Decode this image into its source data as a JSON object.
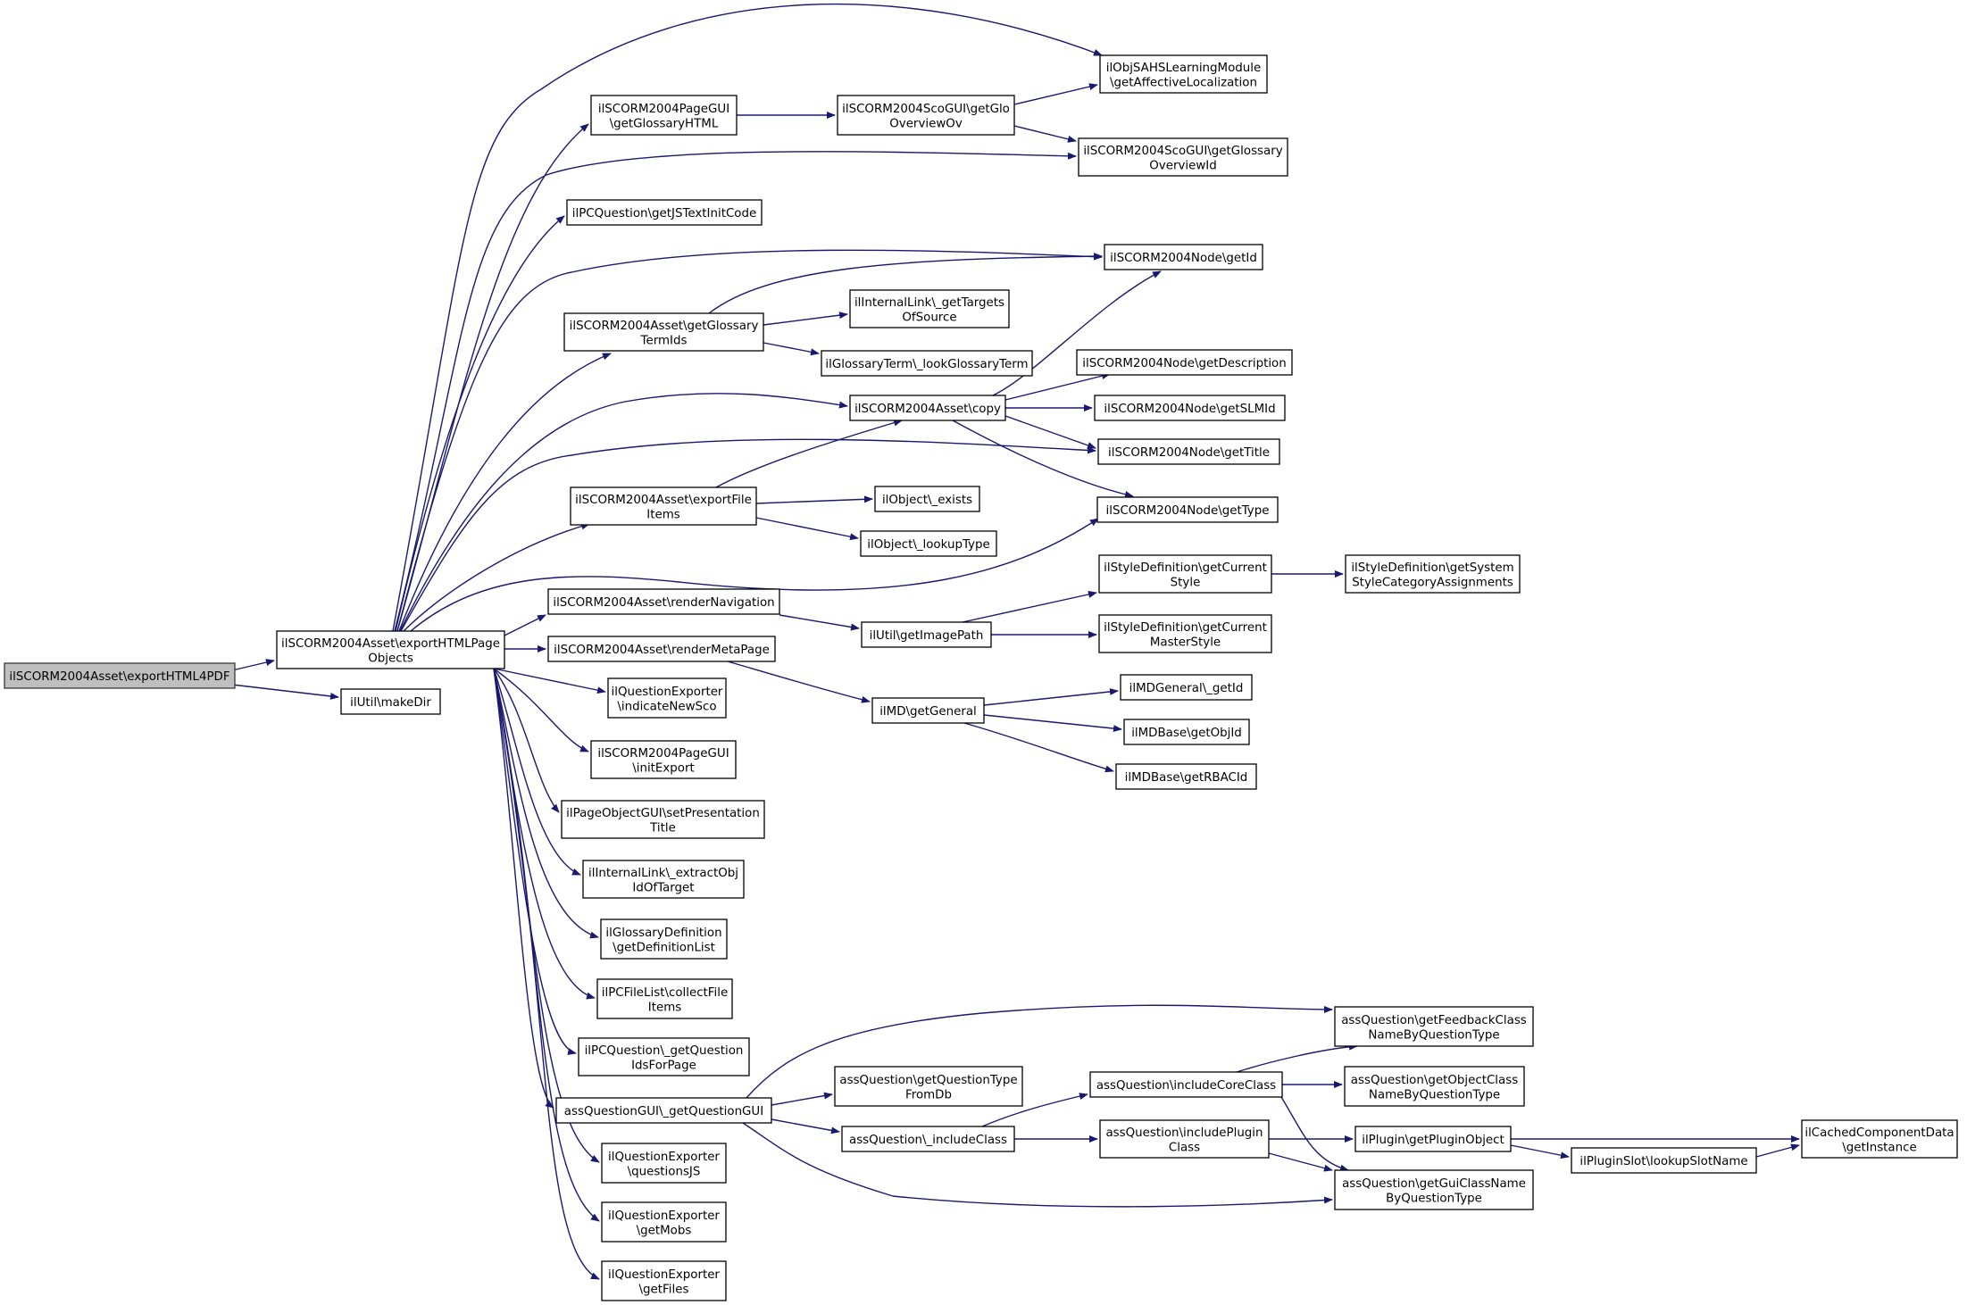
{
  "diagram": {
    "edge_color": "#191970",
    "root_fill": "#bfbfbf",
    "nodes": [
      {
        "id": "root",
        "lines": [
          "ilSCORM2004Asset\\exportHTML4PDF"
        ],
        "root": true
      },
      {
        "id": "ehpo",
        "lines": [
          "ilSCORM2004Asset\\exportHTMLPage",
          "Objects"
        ]
      },
      {
        "id": "mkdir",
        "lines": [
          "ilUtil\\makeDir"
        ]
      },
      {
        "id": "pgGloss",
        "lines": [
          "ilSCORM2004PageGUI",
          "\\getGlossaryHTML"
        ]
      },
      {
        "id": "scoGloOv",
        "lines": [
          "ilSCORM2004ScoGUI\\getGlo",
          "OverviewOv"
        ]
      },
      {
        "id": "affLoc",
        "lines": [
          "ilObjSAHSLearningModule",
          "\\getAffectiveLocalization"
        ]
      },
      {
        "id": "scoGloId",
        "lines": [
          "ilSCORM2004ScoGUI\\getGlossary",
          "OverviewId"
        ]
      },
      {
        "id": "pcqInit",
        "lines": [
          "ilPCQuestion\\getJSTextInitCode"
        ]
      },
      {
        "id": "nodeId",
        "lines": [
          "ilSCORM2004Node\\getId"
        ]
      },
      {
        "id": "glossTerm",
        "lines": [
          "ilSCORM2004Asset\\getGlossary",
          "TermIds"
        ]
      },
      {
        "id": "ilTargets",
        "lines": [
          "ilInternalLink\\_getTargets",
          "OfSource"
        ]
      },
      {
        "id": "lookGloss",
        "lines": [
          "ilGlossaryTerm\\_lookGlossaryTerm"
        ]
      },
      {
        "id": "nodeDesc",
        "lines": [
          "ilSCORM2004Node\\getDescription"
        ]
      },
      {
        "id": "copy",
        "lines": [
          "ilSCORM2004Asset\\copy"
        ]
      },
      {
        "id": "slmId",
        "lines": [
          "ilSCORM2004Node\\getSLMId"
        ]
      },
      {
        "id": "title",
        "lines": [
          "ilSCORM2004Node\\getTitle"
        ]
      },
      {
        "id": "expFile",
        "lines": [
          "ilSCORM2004Asset\\exportFile",
          "Items"
        ]
      },
      {
        "id": "exists",
        "lines": [
          "ilObject\\_exists"
        ]
      },
      {
        "id": "type",
        "lines": [
          "ilSCORM2004Node\\getType"
        ]
      },
      {
        "id": "lookupType",
        "lines": [
          "ilObject\\_lookupType"
        ]
      },
      {
        "id": "curStyle",
        "lines": [
          "ilStyleDefinition\\getCurrent",
          "Style"
        ]
      },
      {
        "id": "sysStyle",
        "lines": [
          "ilStyleDefinition\\getSystem",
          "StyleCategoryAssignments"
        ]
      },
      {
        "id": "renderNav",
        "lines": [
          "ilSCORM2004Asset\\renderNavigation"
        ]
      },
      {
        "id": "imgPath",
        "lines": [
          "ilUtil\\getImagePath"
        ]
      },
      {
        "id": "masterStyle",
        "lines": [
          "ilStyleDefinition\\getCurrent",
          "MasterStyle"
        ]
      },
      {
        "id": "renderMeta",
        "lines": [
          "ilSCORM2004Asset\\renderMetaPage"
        ]
      },
      {
        "id": "mdGenId",
        "lines": [
          "ilMDGeneral\\_getId"
        ]
      },
      {
        "id": "newSco",
        "lines": [
          "ilQuestionExporter",
          "\\indicateNewSco"
        ]
      },
      {
        "id": "mdGeneral",
        "lines": [
          "ilMD\\getGeneral"
        ]
      },
      {
        "id": "mdObjId",
        "lines": [
          "ilMDBase\\getObjId"
        ]
      },
      {
        "id": "initExport",
        "lines": [
          "ilSCORM2004PageGUI",
          "\\initExport"
        ]
      },
      {
        "id": "rbac",
        "lines": [
          "ilMDBase\\getRBACId"
        ]
      },
      {
        "id": "presTitle",
        "lines": [
          "ilPageObjectGUI\\setPresentation",
          "Title"
        ]
      },
      {
        "id": "extract",
        "lines": [
          "ilInternalLink\\_extractObj",
          "IdOfTarget"
        ]
      },
      {
        "id": "defList",
        "lines": [
          "ilGlossaryDefinition",
          "\\getDefinitionList"
        ]
      },
      {
        "id": "collect",
        "lines": [
          "ilPCFileList\\collectFile",
          "Items"
        ]
      },
      {
        "id": "qIds",
        "lines": [
          "ilPCQuestion\\_getQuestion",
          "IdsForPage"
        ]
      },
      {
        "id": "feedback",
        "lines": [
          "assQuestion\\getFeedbackClass",
          "NameByQuestionType"
        ]
      },
      {
        "id": "qTypeDb",
        "lines": [
          "assQuestion\\getQuestionType",
          "FromDb"
        ]
      },
      {
        "id": "inclCore",
        "lines": [
          "assQuestion\\includeCoreClass"
        ]
      },
      {
        "id": "objClass",
        "lines": [
          "assQuestion\\getObjectClass",
          "NameByQuestionType"
        ]
      },
      {
        "id": "qGui",
        "lines": [
          "assQuestionGUI\\_getQuestionGUI"
        ]
      },
      {
        "id": "inclClass",
        "lines": [
          "assQuestion\\_includeClass"
        ]
      },
      {
        "id": "inclPlugin",
        "lines": [
          "assQuestion\\includePlugin",
          "Class"
        ]
      },
      {
        "id": "plugObj",
        "lines": [
          "ilPlugin\\getPluginObject"
        ]
      },
      {
        "id": "cached",
        "lines": [
          "ilCachedComponentData",
          "\\getInstance"
        ]
      },
      {
        "id": "slotName",
        "lines": [
          "ilPluginSlot\\lookupSlotName"
        ]
      },
      {
        "id": "guiClass",
        "lines": [
          "assQuestion\\getGuiClassName",
          "ByQuestionType"
        ]
      },
      {
        "id": "qJs",
        "lines": [
          "ilQuestionExporter",
          "\\questionsJS"
        ]
      },
      {
        "id": "mobs",
        "lines": [
          "ilQuestionExporter",
          "\\getMobs"
        ]
      },
      {
        "id": "files",
        "lines": [
          "ilQuestionExporter",
          "\\getFiles"
        ]
      }
    ]
  }
}
